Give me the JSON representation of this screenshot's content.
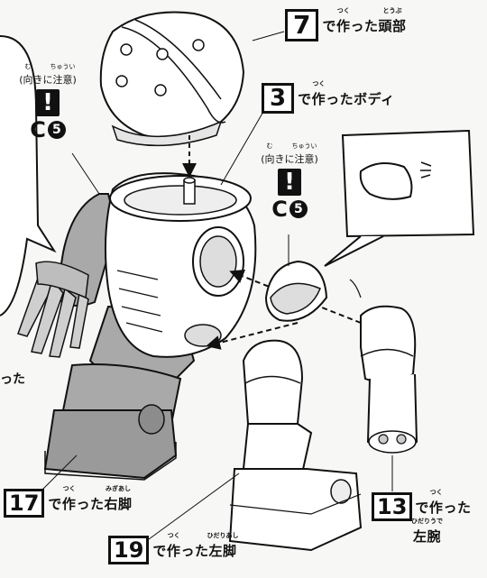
{
  "callouts": {
    "head": {
      "step": "7",
      "text_pre": "で",
      "kanji1": "作",
      "ruby1": "つく",
      "mid": "った",
      "kanji2": "頭部",
      "ruby2": "とうぶ",
      "post": ""
    },
    "body": {
      "step": "3",
      "text_pre": "で",
      "kanji1": "作",
      "ruby1": "つく",
      "mid": "った",
      "kanji2": "",
      "ruby2": "",
      "post": "ボディ"
    },
    "right_leg": {
      "step": "17",
      "text_pre": "で",
      "kanji1": "作",
      "ruby1": "つく",
      "mid": "った",
      "kanji2": "右脚",
      "ruby2": "みぎあし",
      "post": ""
    },
    "left_leg": {
      "step": "19",
      "text_pre": "で",
      "kanji1": "作",
      "ruby1": "つく",
      "mid": "った",
      "kanji2": "左脚",
      "ruby2": "ひだりあし",
      "post": ""
    },
    "left_arm": {
      "step": "13",
      "text_pre": "で",
      "kanji1": "作",
      "ruby1": "つく",
      "mid": "った",
      "kanji2": "左腕",
      "ruby2": "ひだりうで",
      "post": ""
    }
  },
  "cautions": [
    {
      "open": "(",
      "word1": "向",
      "ruby1": "む",
      "mid": "きに",
      "word2": "注意",
      "ruby2": "ちゅうい",
      "close": ")",
      "icon": "!",
      "code_letter": "C",
      "code_number": "5"
    },
    {
      "open": "(",
      "word1": "向",
      "ruby1": "む",
      "mid": "きに",
      "word2": "注意",
      "ruby2": "ちゅうい",
      "close": ")",
      "icon": "!",
      "code_letter": "C",
      "code_number": "5"
    }
  ],
  "cutoff_text": "った",
  "colors": {
    "ink": "#111111",
    "paper": "#f7f7f5",
    "grey_part": "#a9a9a9",
    "light_grey": "#cfcfcf"
  }
}
